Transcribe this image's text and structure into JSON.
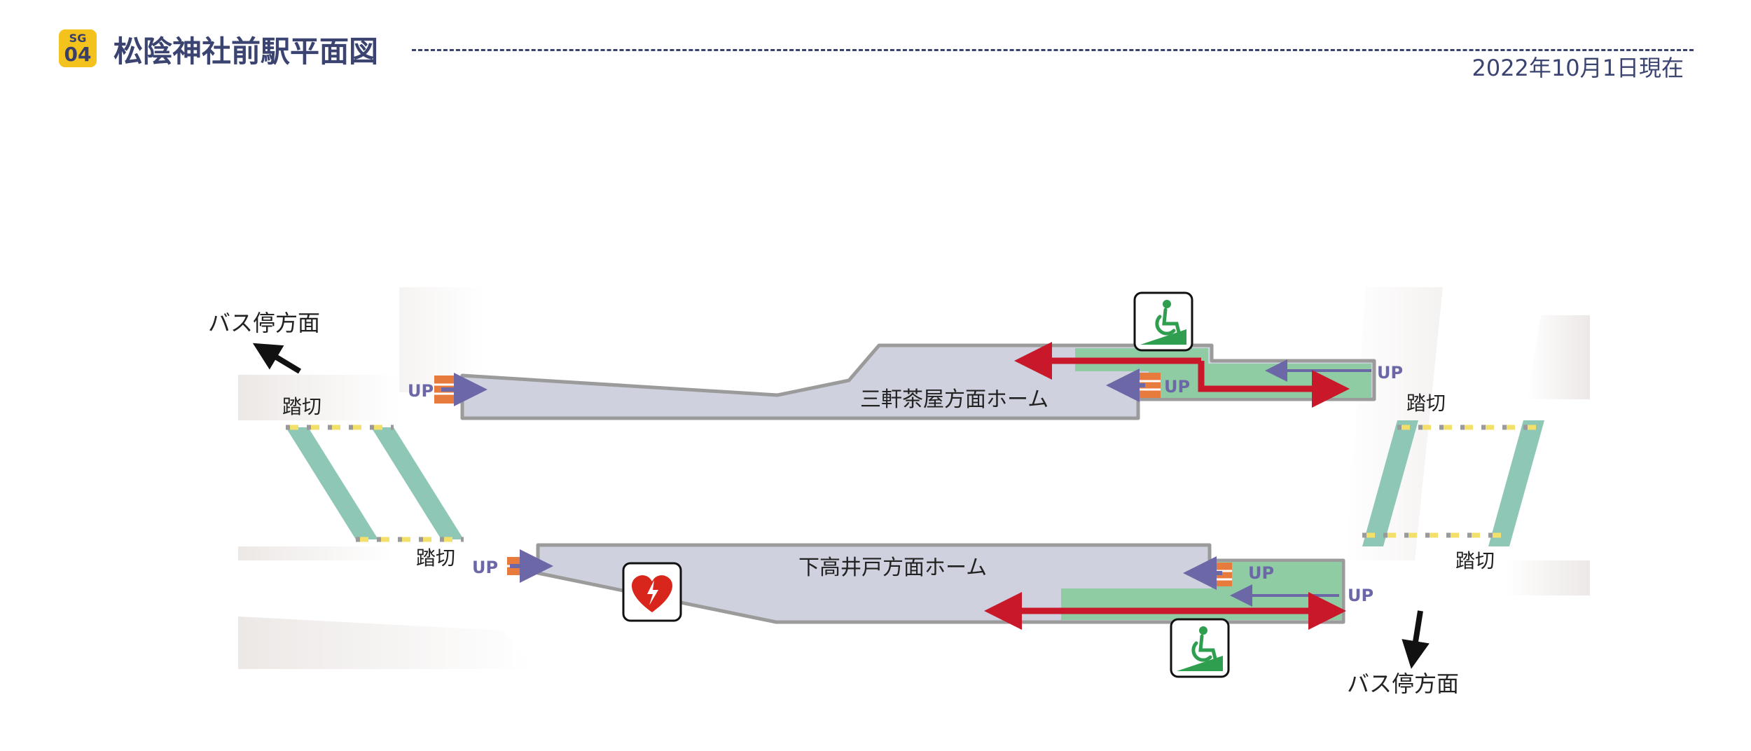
{
  "header": {
    "line_code": "SG",
    "station_number": "04",
    "title": "松陰神社前駅平面図",
    "date": "2022年10月1日現在"
  },
  "map": {
    "platform_upper": "三軒茶屋方面ホーム",
    "platform_lower": "下高井戸方面ホーム",
    "crossing_left_top": "踏切",
    "crossing_left_bottom": "踏切",
    "crossing_right_top": "踏切",
    "crossing_right_bottom": "踏切",
    "bus_stop_upper_left": "バス停方面",
    "bus_stop_lower_right": "バス停方面",
    "up_1": "UP",
    "up_2": "UP",
    "up_3": "UP",
    "up_4": "UP",
    "up_5": "UP",
    "up_6": "UP",
    "icons": {
      "wheelchair_slope_upper": "wheelchair-slope-icon",
      "wheelchair_slope_lower": "wheelchair-slope-icon",
      "aed": "aed-heart-icon"
    },
    "colors": {
      "platform": "#cfd2de",
      "slope": "#8fcca4",
      "barrier_free_route": "#c8182a",
      "up_arrow": "#6c68a8",
      "crossing": "#8fc7b7",
      "stairs": "#e77b3e"
    }
  }
}
